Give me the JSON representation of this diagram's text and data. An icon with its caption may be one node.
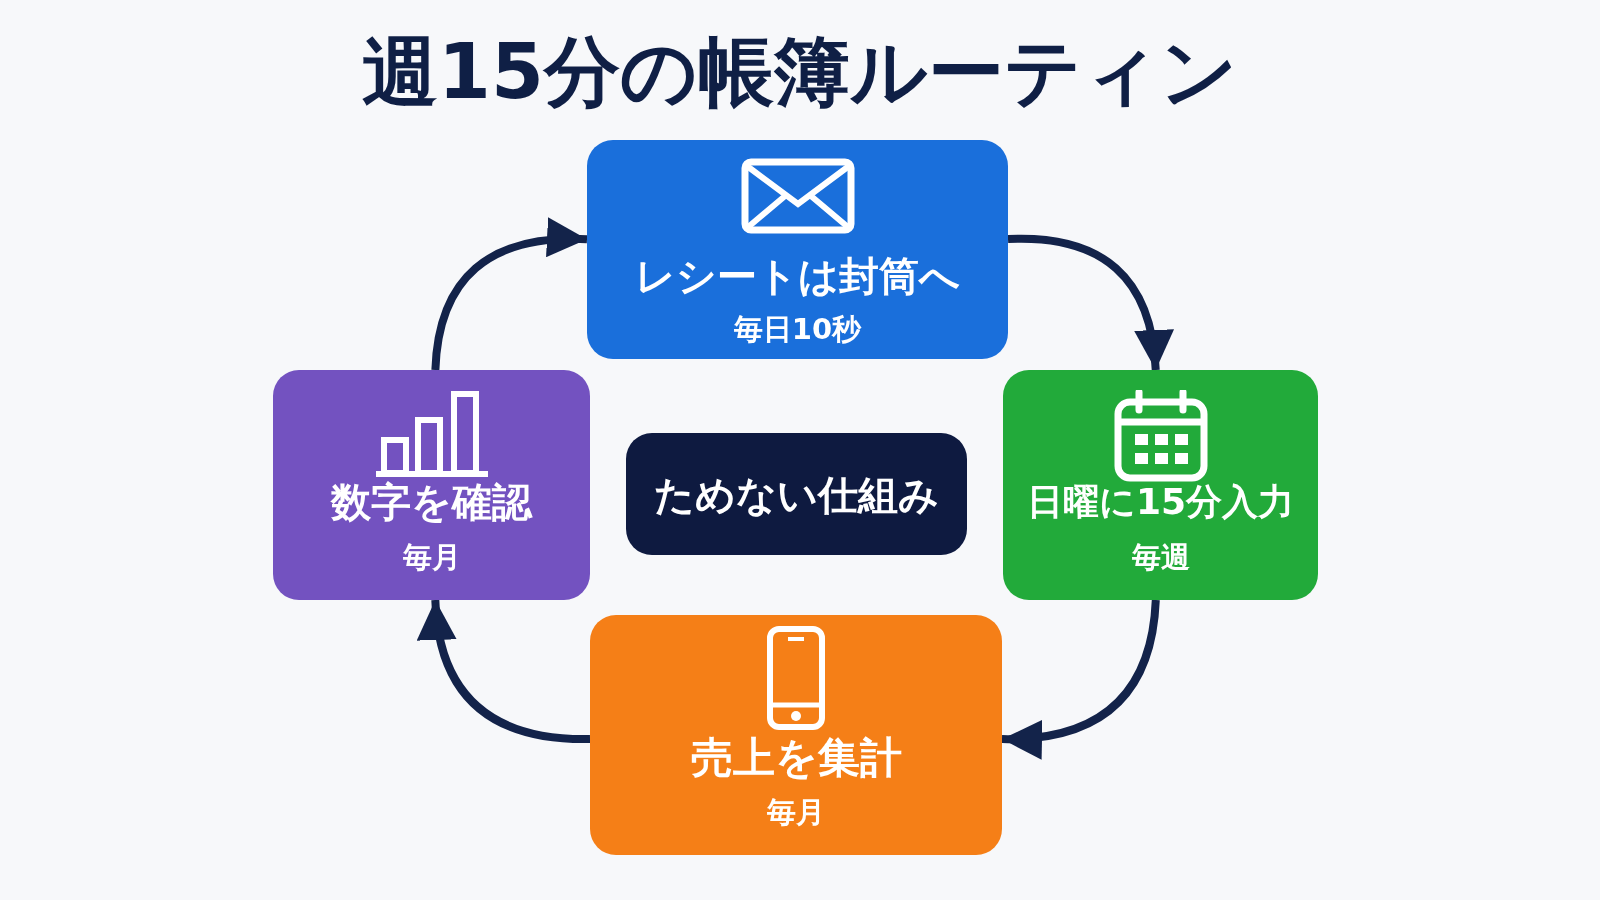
{
  "diagram": {
    "title": "週15分の帳簿ルーティン",
    "nodes": [
      {
        "text": [
          "レシートは封筒へ",
          "毎日10秒"
        ]
      },
      {
        "text": [
          "数字を確認",
          "毎月"
        ]
      },
      {
        "text": [
          "ためない仕組み"
        ]
      },
      {
        "text": [
          "日曜に15分入力",
          "毎週"
        ]
      },
      {
        "text": [
          "売上を集計",
          "毎月"
        ]
      }
    ],
    "edges": [
      {
        "from": 0,
        "to": 3,
        "arrow": "to"
      },
      {
        "from": 3,
        "to": 4,
        "arrow": "to"
      },
      {
        "from": 4,
        "to": 1,
        "arrow": "to"
      },
      {
        "from": 1,
        "to": 0,
        "arrow": "to"
      }
    ]
  }
}
